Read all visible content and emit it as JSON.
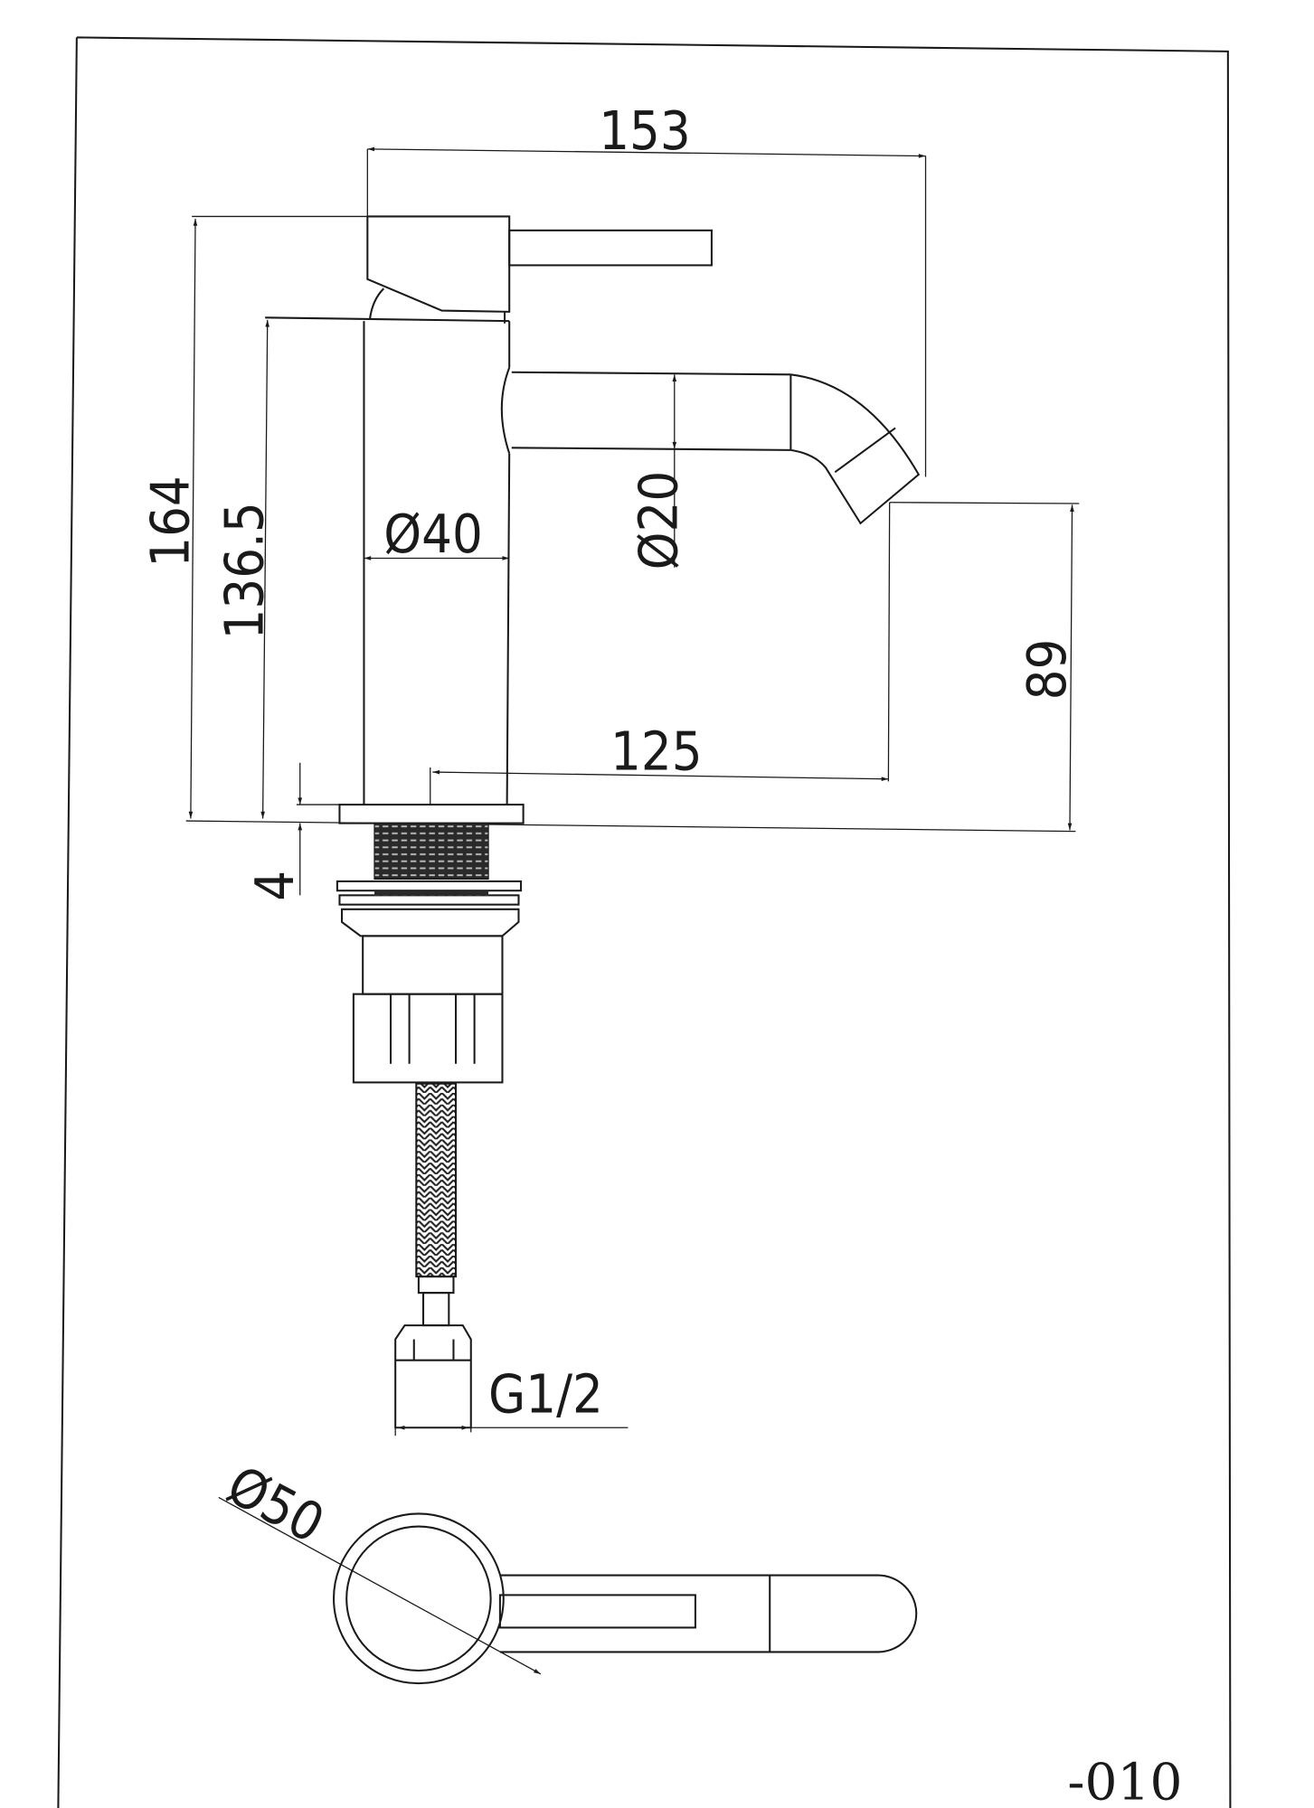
{
  "drawing": {
    "title_code": "-010",
    "dimensions": {
      "overall_width": "153",
      "overall_height": "164",
      "body_height": "136.5",
      "body_diameter": "Ø40",
      "spout_diameter": "Ø20",
      "spout_height": "89",
      "spout_reach": "125",
      "plate_thickness": "4",
      "connection_thread": "G1/2",
      "base_diameter": "Ø50"
    },
    "colors": {
      "line": "#1a1a1a",
      "paper": "#ffffff"
    }
  }
}
